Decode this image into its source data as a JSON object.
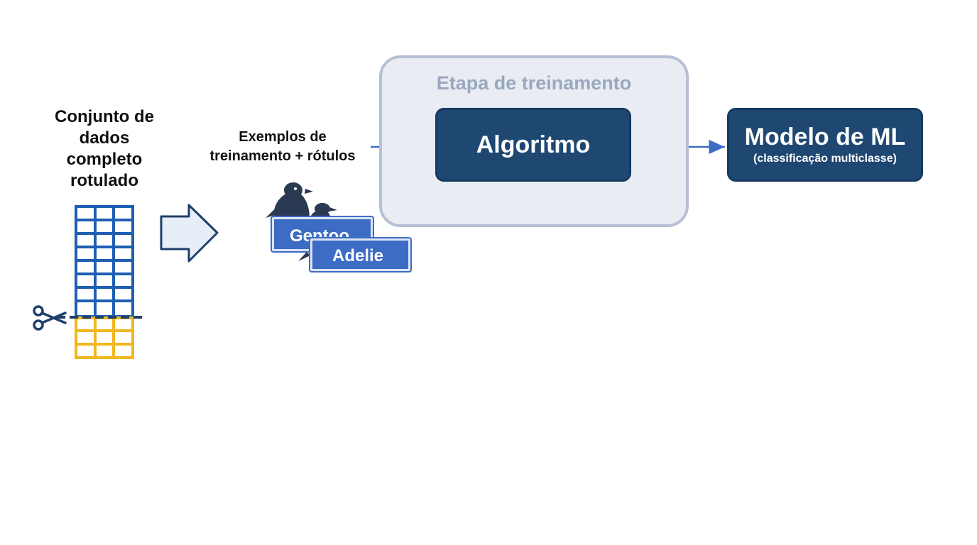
{
  "dataset": {
    "title": "Conjunto de dados completo rotulado",
    "train_color": "#1f5fb3",
    "test_color": "#f0b81e",
    "scissors_icon": "scissors-icon"
  },
  "examples": {
    "title": "Exemplos de treinamento + rótulos",
    "penguin_icon": "penguin-icon",
    "labels": [
      "Gentoo",
      "Adelie"
    ]
  },
  "training_stage": {
    "title": "Etapa de treinamento"
  },
  "algorithm": {
    "label": "Algoritmo"
  },
  "model": {
    "title": "Modelo de ML",
    "subtitle": "(classificação multiclasse)"
  },
  "colors": {
    "node_fill": "#1e4872",
    "stage_fill": "#e9ecf3",
    "arrow": "#3d6cc4",
    "label_card": "#3d6cc4"
  }
}
